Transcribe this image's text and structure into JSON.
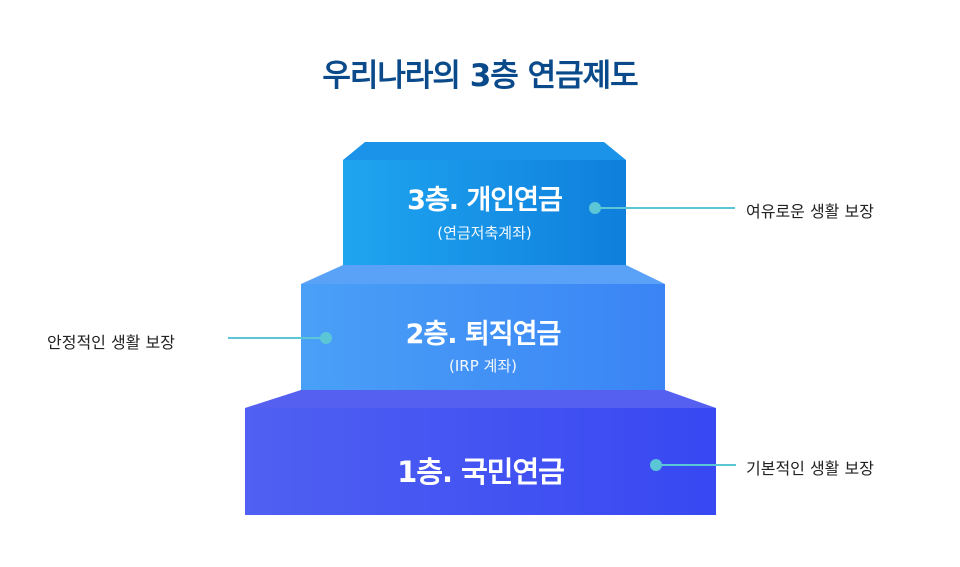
{
  "title": "우리나라의 3층 연금제도",
  "tiers": [
    {
      "name": "3층. 개인연금",
      "sub": "(연금저축계좌)",
      "benefit": "여유로운 생활 보장"
    },
    {
      "name": "2층. 퇴직연금",
      "sub": "(IRP 계좌)",
      "benefit": "안정적인 생활 보장"
    },
    {
      "name": "1층. 국민연금",
      "benefit": "기본적인 생활 보장"
    }
  ],
  "colors": {
    "title": "#0a4a8a",
    "tier3": "#1b8fe6",
    "tier2": "#3f8cf5",
    "tier1": "#4651ef",
    "connector": "#5bc6d6"
  }
}
